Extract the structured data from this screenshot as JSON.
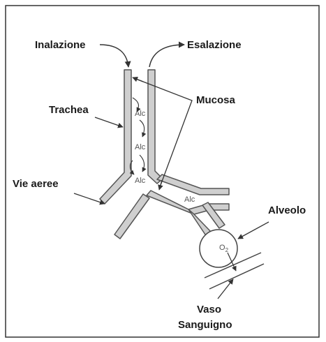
{
  "labels": {
    "inhalation": "Inalazione",
    "exhalation": "Esalazione",
    "trachea": "Trachea",
    "mucosa": "Mucosa",
    "airways": "Vie aeree",
    "alveolus": "Alveolo",
    "vessel_line1": "Vaso",
    "vessel_line2": "Sanguigno"
  },
  "markers": {
    "alc_1": "Alc",
    "alc_2": "Alc",
    "alc_3": "Alc",
    "alc_4": "Alc",
    "oxygen_symbol": "O",
    "oxygen_subscript": "2"
  },
  "colors": {
    "frame": "#333333",
    "wall_fill": "#cfcfcf",
    "wall_stroke": "#555555",
    "line": "#444444"
  }
}
